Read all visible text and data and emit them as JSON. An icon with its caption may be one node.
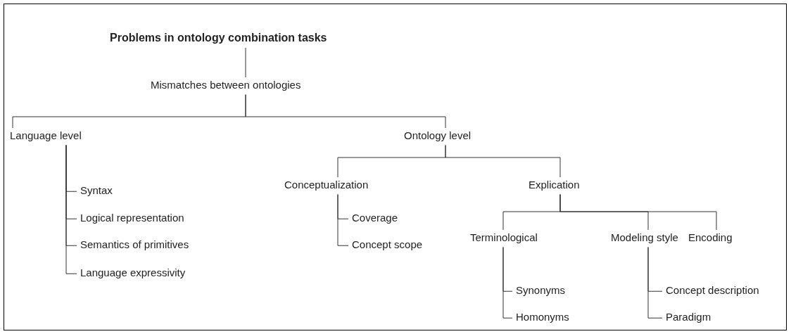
{
  "diagram": {
    "nodes": [
      {
        "text": [
          "Problems in ontology combination tasks"
        ]
      },
      {
        "text": [
          "Mismatches between ontologies"
        ]
      },
      {
        "text": [
          "Language level"
        ]
      },
      {
        "text": [
          "Ontology level"
        ]
      },
      {
        "text": [
          "Syntax"
        ]
      },
      {
        "text": [
          "Logical representation"
        ]
      },
      {
        "text": [
          "Semantics of primitives"
        ]
      },
      {
        "text": [
          "Language expressivity"
        ]
      },
      {
        "text": [
          "Conceptualization"
        ]
      },
      {
        "text": [
          "Explication"
        ]
      },
      {
        "text": [
          "Coverage"
        ]
      },
      {
        "text": [
          "Concept scope"
        ]
      },
      {
        "text": [
          "Terminological"
        ]
      },
      {
        "text": [
          "Modeling style"
        ]
      },
      {
        "text": [
          "Encoding"
        ]
      },
      {
        "text": [
          "Synonyms"
        ]
      },
      {
        "text": [
          "Homonyms"
        ]
      },
      {
        "text": [
          "Concept description"
        ]
      },
      {
        "text": [
          "Paradigm"
        ]
      }
    ],
    "edges": [
      {
        "from": 0,
        "to": 1,
        "arrow": "none"
      },
      {
        "from": 1,
        "to": 2,
        "arrow": "none"
      },
      {
        "from": 1,
        "to": 3,
        "arrow": "none"
      },
      {
        "from": 2,
        "to": 4,
        "arrow": "none"
      },
      {
        "from": 2,
        "to": 5,
        "arrow": "none"
      },
      {
        "from": 2,
        "to": 6,
        "arrow": "none"
      },
      {
        "from": 2,
        "to": 7,
        "arrow": "none"
      },
      {
        "from": 3,
        "to": 8,
        "arrow": "none"
      },
      {
        "from": 3,
        "to": 9,
        "arrow": "none"
      },
      {
        "from": 8,
        "to": 10,
        "arrow": "none"
      },
      {
        "from": 8,
        "to": 11,
        "arrow": "none"
      },
      {
        "from": 9,
        "to": 12,
        "arrow": "none"
      },
      {
        "from": 9,
        "to": 13,
        "arrow": "none"
      },
      {
        "from": 9,
        "to": 14,
        "arrow": "none"
      },
      {
        "from": 12,
        "to": 15,
        "arrow": "none"
      },
      {
        "from": 12,
        "to": 16,
        "arrow": "none"
      },
      {
        "from": 13,
        "to": 17,
        "arrow": "none"
      },
      {
        "from": 13,
        "to": 18,
        "arrow": "none"
      }
    ]
  }
}
